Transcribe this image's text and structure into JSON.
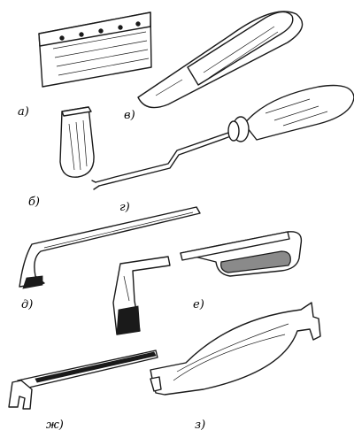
{
  "labels": {
    "a": "а)",
    "b": "б)",
    "v": "в)",
    "g": "г)",
    "d": "д)",
    "e": "е)",
    "zh": "ж)",
    "z": "з)"
  }
}
